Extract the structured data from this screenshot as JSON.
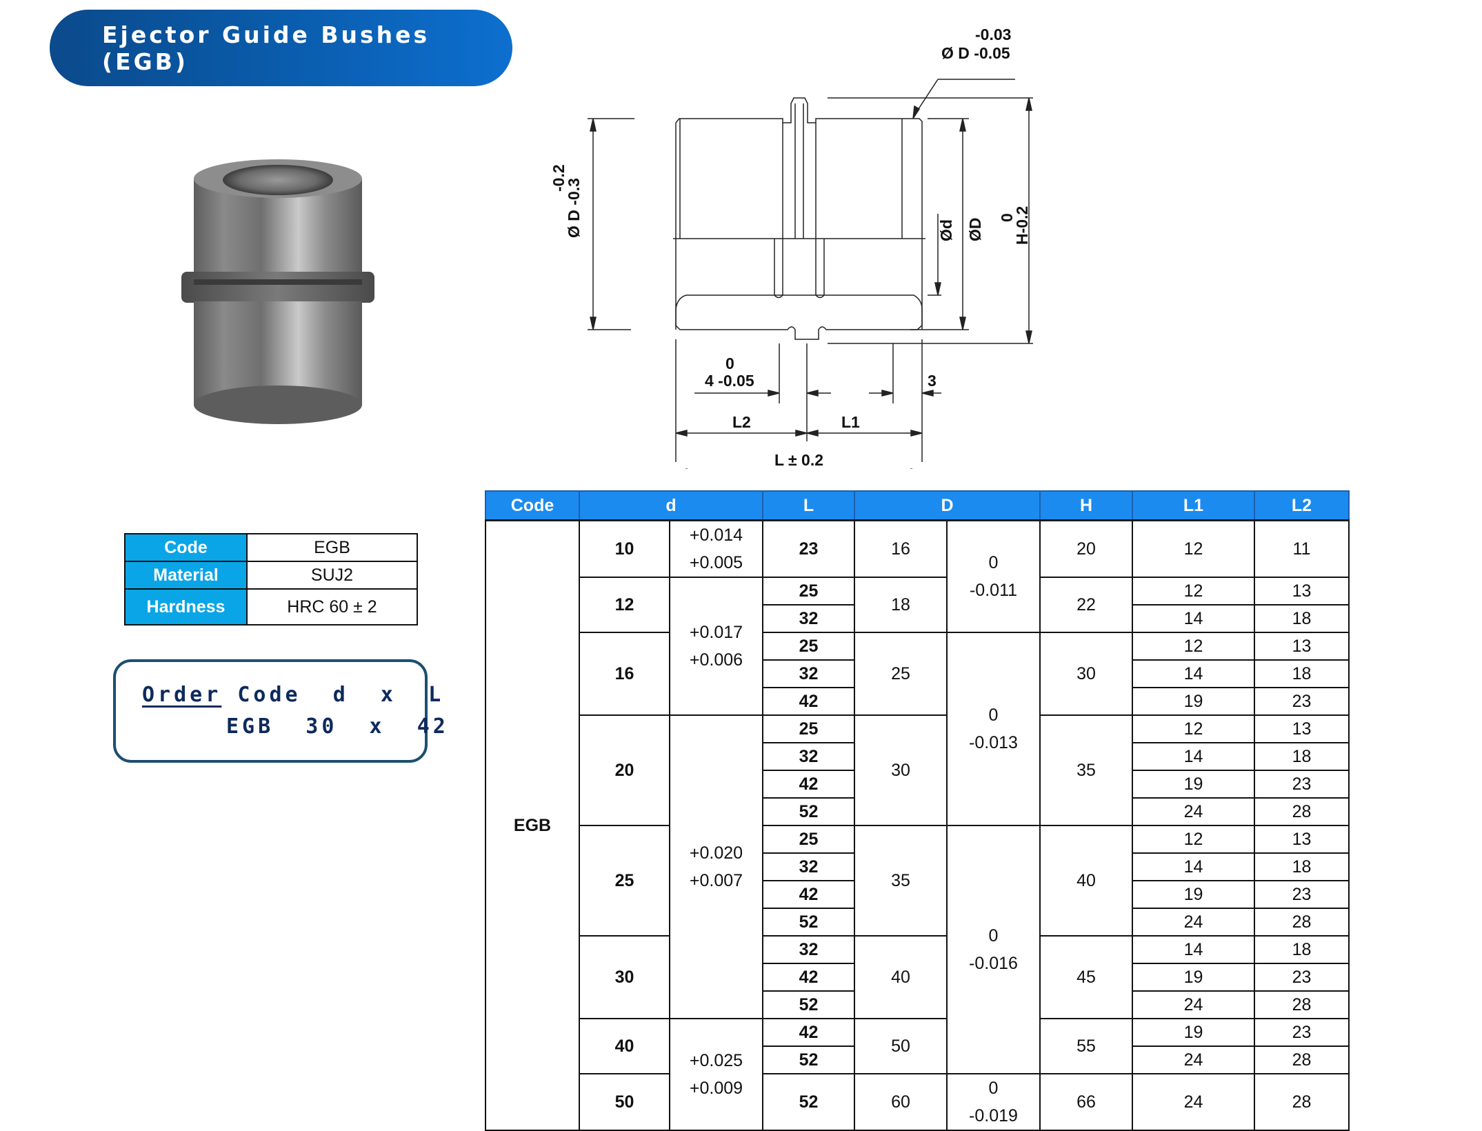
{
  "title": "Ejector Guide Bushes (EGB)",
  "colors": {
    "title_gradient_start": "#0b4a8c",
    "title_gradient_end": "#0d6fcf",
    "spec_label_bg": "#0aa5e6",
    "table_header_bg": "#1b8bf0",
    "order_text": "#0e2a5c",
    "order_border": "#1c4f70"
  },
  "product_photo": {
    "icon": "bushing-photo"
  },
  "drawing": {
    "labels": {
      "od_top_tol_upper": "-0.03",
      "od_top_tol": "Ø D -0.05",
      "od_left_tol_upper": "-0.2",
      "od_left": "Ø D -0.3",
      "inner_d": "Ød",
      "outer_d": "ØD",
      "h_upper": "0",
      "h_label": "H-0.2",
      "groove_upper": "0",
      "groove_width": "4 -0.05",
      "chamfer": "3",
      "l2": "L2",
      "l1": "L1",
      "l_total": "L ± 0.2"
    }
  },
  "spec_table": {
    "rows": [
      {
        "label": "Code",
        "value": "EGB"
      },
      {
        "label": "Material",
        "value": "SUJ2"
      },
      {
        "label": "Hardness",
        "value": "HRC 60  ± 2"
      }
    ]
  },
  "order_code": {
    "prefix": "Order",
    "line1_rest": " Code  d  x  L",
    "line2": "EGB  30  x  42"
  },
  "main_table": {
    "headers": [
      "Code",
      "d",
      "L",
      "D",
      "H",
      "L1",
      "L2"
    ],
    "code": "EGB",
    "groups": [
      {
        "d": "10",
        "d_tol": [
          "+0.014",
          "+0.005"
        ],
        "D": "16",
        "H": "20",
        "rows": [
          {
            "L": "23",
            "L1": "12",
            "L2": "11"
          }
        ]
      },
      {
        "d": "12",
        "D": "18",
        "H": "22",
        "rows": [
          {
            "L": "25",
            "L1": "12",
            "L2": "13"
          },
          {
            "L": "32",
            "L1": "14",
            "L2": "18"
          }
        ]
      },
      {
        "d": "16",
        "D": "25",
        "H": "30",
        "rows": [
          {
            "L": "25",
            "L1": "12",
            "L2": "13"
          },
          {
            "L": "32",
            "L1": "14",
            "L2": "18"
          },
          {
            "L": "42",
            "L1": "19",
            "L2": "23"
          }
        ]
      },
      {
        "d": "20",
        "D": "30",
        "H": "35",
        "rows": [
          {
            "L": "25",
            "L1": "12",
            "L2": "13"
          },
          {
            "L": "32",
            "L1": "14",
            "L2": "18"
          },
          {
            "L": "42",
            "L1": "19",
            "L2": "23"
          },
          {
            "L": "52",
            "L1": "24",
            "L2": "28"
          }
        ]
      },
      {
        "d": "25",
        "D": "35",
        "H": "40",
        "rows": [
          {
            "L": "25",
            "L1": "12",
            "L2": "13"
          },
          {
            "L": "32",
            "L1": "14",
            "L2": "18"
          },
          {
            "L": "42",
            "L1": "19",
            "L2": "23"
          },
          {
            "L": "52",
            "L1": "24",
            "L2": "28"
          }
        ]
      },
      {
        "d": "30",
        "D": "40",
        "H": "45",
        "rows": [
          {
            "L": "32",
            "L1": "14",
            "L2": "18"
          },
          {
            "L": "42",
            "L1": "19",
            "L2": "23"
          },
          {
            "L": "52",
            "L1": "24",
            "L2": "28"
          }
        ]
      },
      {
        "d": "40",
        "D": "50",
        "H": "55",
        "rows": [
          {
            "L": "42",
            "L1": "19",
            "L2": "23"
          },
          {
            "L": "52",
            "L1": "24",
            "L2": "28"
          }
        ]
      },
      {
        "d": "50",
        "D": "60",
        "H": "66",
        "rows": [
          {
            "L": "52",
            "L1": "24",
            "L2": "28"
          }
        ]
      }
    ],
    "d_tolerances": {
      "d10": [
        "+0.014",
        "+0.005"
      ],
      "d12_16": [
        "+0.017",
        "+0.006"
      ],
      "d20_30": [
        "+0.020",
        "+0.007"
      ],
      "d40_50": [
        "+0.025",
        "+0.009"
      ]
    },
    "D_tolerances": {
      "d10_12": [
        "0",
        "-0.011"
      ],
      "d16_20": [
        "0",
        "-0.013"
      ],
      "d25_40": [
        "0",
        "-0.016"
      ],
      "d50": [
        "0",
        "-0.019"
      ]
    }
  }
}
